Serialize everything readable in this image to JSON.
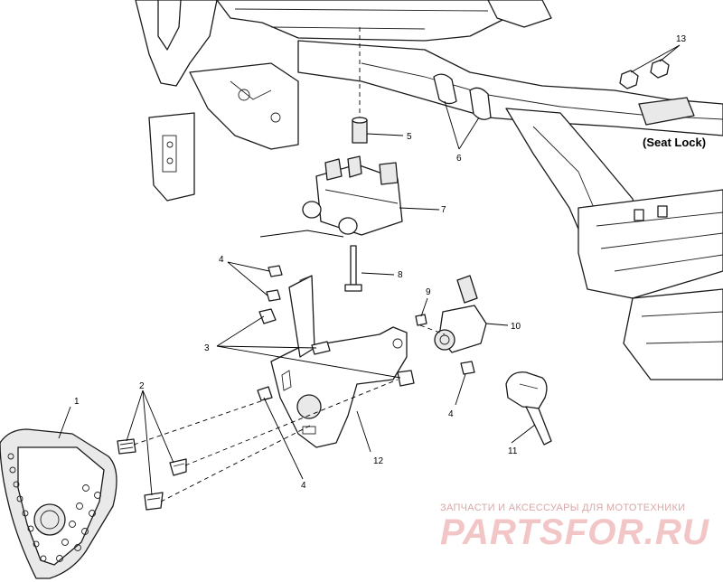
{
  "callouts": {
    "c1": "1",
    "c2": "2",
    "c3": "3",
    "c4a": "4",
    "c4b": "4",
    "c4c": "4",
    "c5": "5",
    "c6": "6",
    "c7": "7",
    "c8": "8",
    "c9": "9",
    "c10": "10",
    "c11": "11",
    "c12": "12",
    "c13": "13"
  },
  "note": {
    "seat_lock": "(Seat Lock)"
  },
  "watermark": {
    "subtitle": "ЗАПЧАСТИ И АКСЕССУАРЫ ДЛЯ МОТОТЕХНИКИ",
    "logo_text": "PARTSFOR.RU"
  }
}
